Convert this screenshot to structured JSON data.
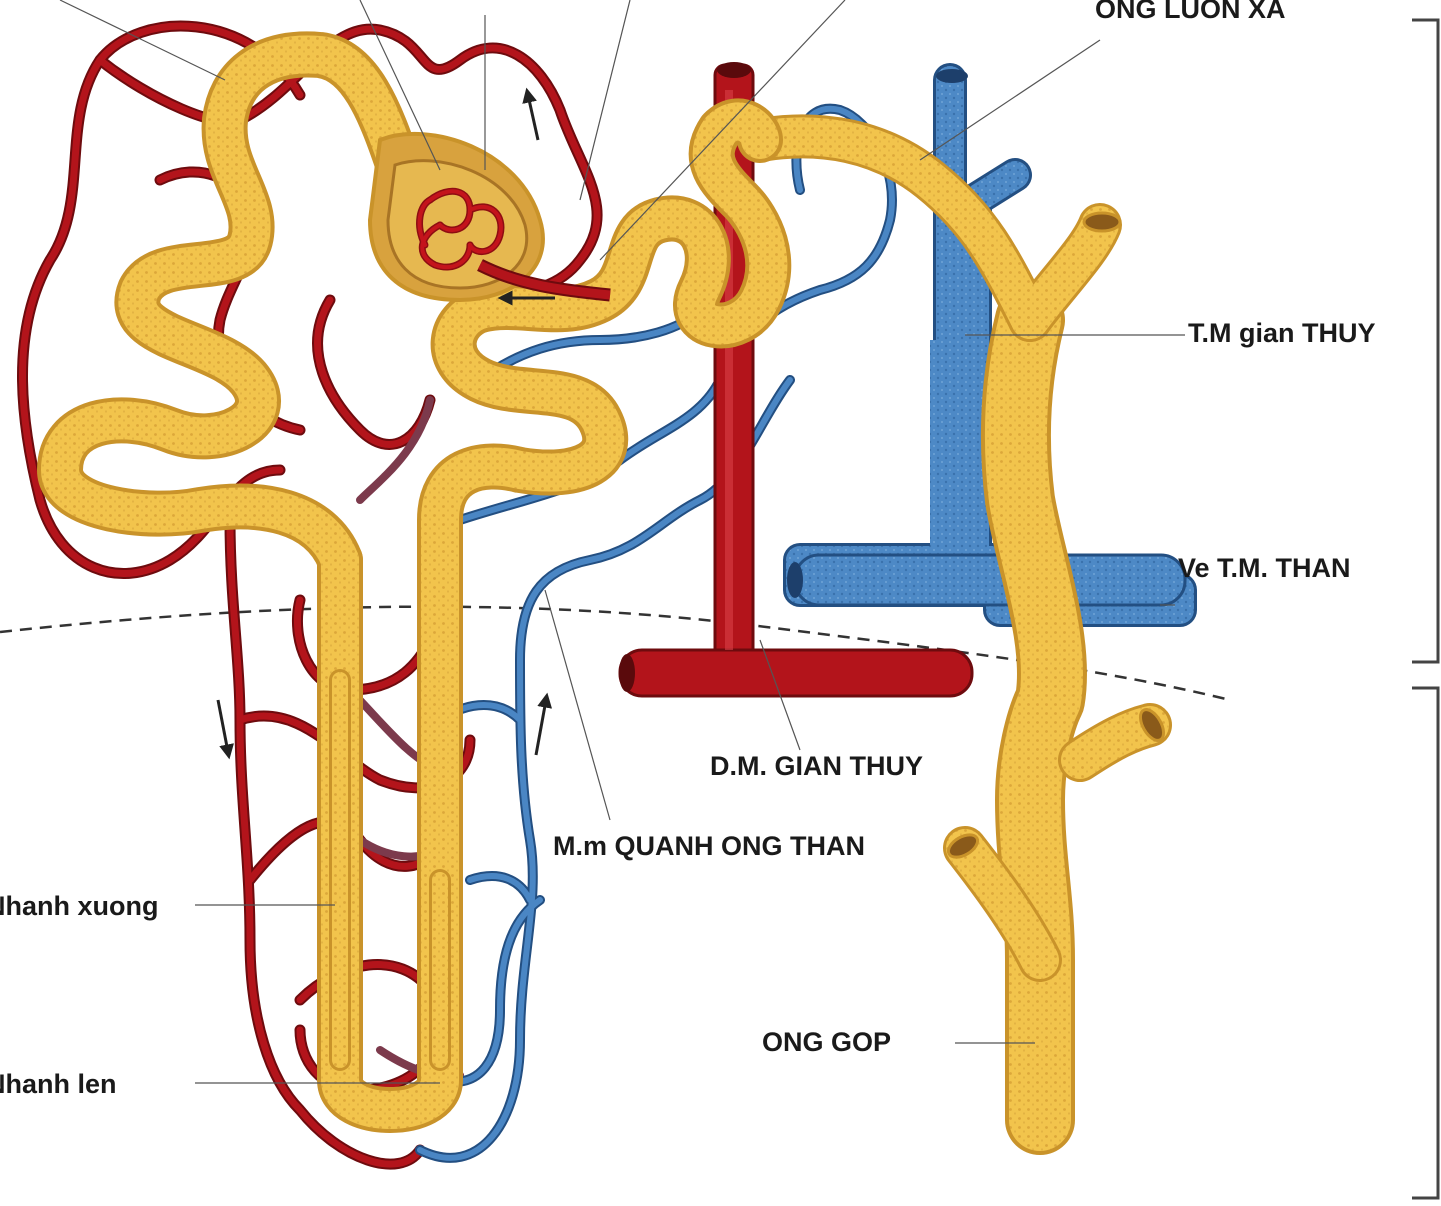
{
  "labels": {
    "ong_luon_xa": "ONG LUON XA",
    "tm_gian_thuy": "T.M gian THUY",
    "ve_tm_than": "Ve T.M. THAN",
    "dm_gian_thuy": "D.M. GIAN THUY",
    "mm_quanh_ong_than": "M.m QUANH ONG THAN",
    "nhanh_xuong": "Nhanh xuong",
    "nhanh_len": "Nhanh len",
    "ong_gop": "ONG GOP"
  },
  "colors": {
    "tubule": "#f0c24a",
    "tubule_edge": "#c9932a",
    "artery": "#b3141b",
    "artery_edge": "#6e0b0e",
    "vein": "#4a86c4",
    "vein_edge": "#234f82",
    "capillary_mixed": "#7c3a4c",
    "leader_line": "#555555",
    "text": "#1a1a1a"
  }
}
